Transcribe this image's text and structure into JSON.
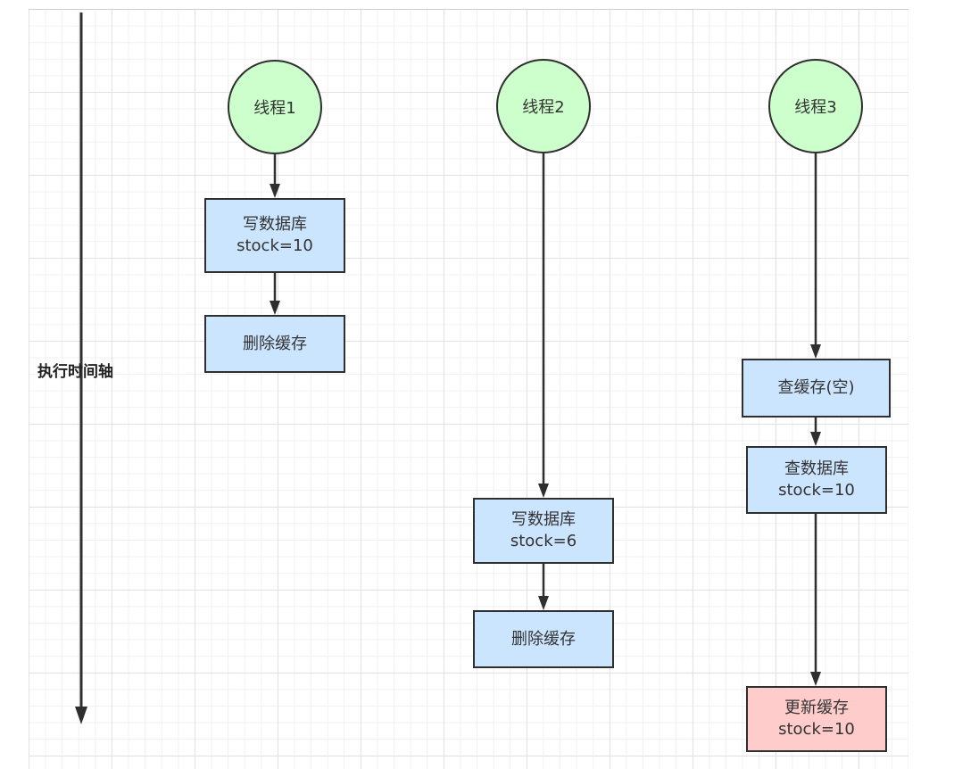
{
  "axis": {
    "label": "执行时间轴"
  },
  "threads": [
    {
      "title": "线程1",
      "steps": [
        {
          "line1": "写数据库",
          "line2": "stock=10"
        },
        {
          "line1": "删除缓存",
          "line2": ""
        }
      ]
    },
    {
      "title": "线程2",
      "steps": [
        {
          "line1": "写数据库",
          "line2": "stock=6"
        },
        {
          "line1": "删除缓存",
          "line2": ""
        }
      ]
    },
    {
      "title": "线程3",
      "steps": [
        {
          "line1": "查缓存(空)",
          "line2": ""
        },
        {
          "line1": "查数据库",
          "line2": "stock=10"
        },
        {
          "line1": "更新缓存",
          "line2": "stock=10"
        }
      ]
    }
  ],
  "colors": {
    "thread_fill": "#ccffcc",
    "step_fill": "#cce5ff",
    "update_fill": "#ffcccc",
    "stroke": "#2f2f2f"
  }
}
